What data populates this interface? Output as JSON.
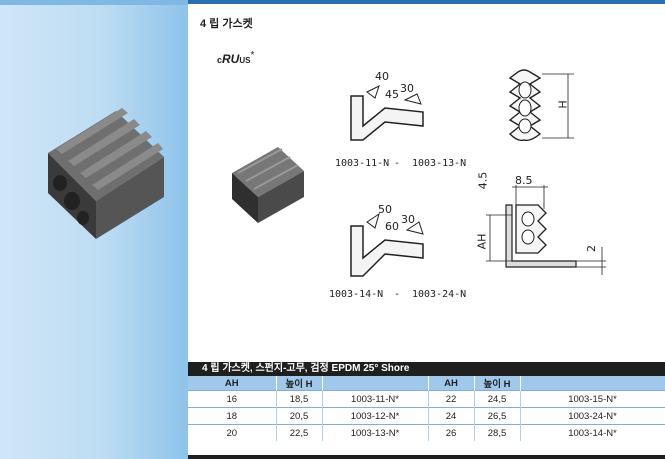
{
  "heading": "4 립 가스켓",
  "cert": {
    "c": "c",
    "mark": "RU",
    "us": "US",
    "star": "*"
  },
  "diagram_labels": {
    "top_profile": {
      "angle_a": "40",
      "angle_b": "45",
      "angle_c": "30",
      "range_from": "1003-11-N",
      "dash": "-",
      "range_to": "1003-13-N"
    },
    "bottom_profile": {
      "angle_a": "50",
      "angle_b": "60",
      "angle_c": "30",
      "range_from": "1003-14-N",
      "dash": "-",
      "range_to": "1003-24-N"
    },
    "dims": {
      "h": "H",
      "d45": "4.5",
      "d85": "8.5",
      "ah": "AH",
      "d2": "2"
    }
  },
  "table": {
    "title": "4 립 가스켓, 스펀지-고무, 검정 EPDM 25° Shore",
    "headers": [
      "AH",
      "높이 H",
      "",
      "AH",
      "높이 H",
      ""
    ],
    "rows": [
      [
        "16",
        "18,5",
        "1003-11-N*",
        "22",
        "24,5",
        "1003-15-N*"
      ],
      [
        "18",
        "20,5",
        "1003-12-N*",
        "24",
        "26,5",
        "1003-24-N*"
      ],
      [
        "20",
        "22,5",
        "1003-13-N*",
        "26",
        "28,5",
        "1003-14-N*"
      ]
    ]
  }
}
